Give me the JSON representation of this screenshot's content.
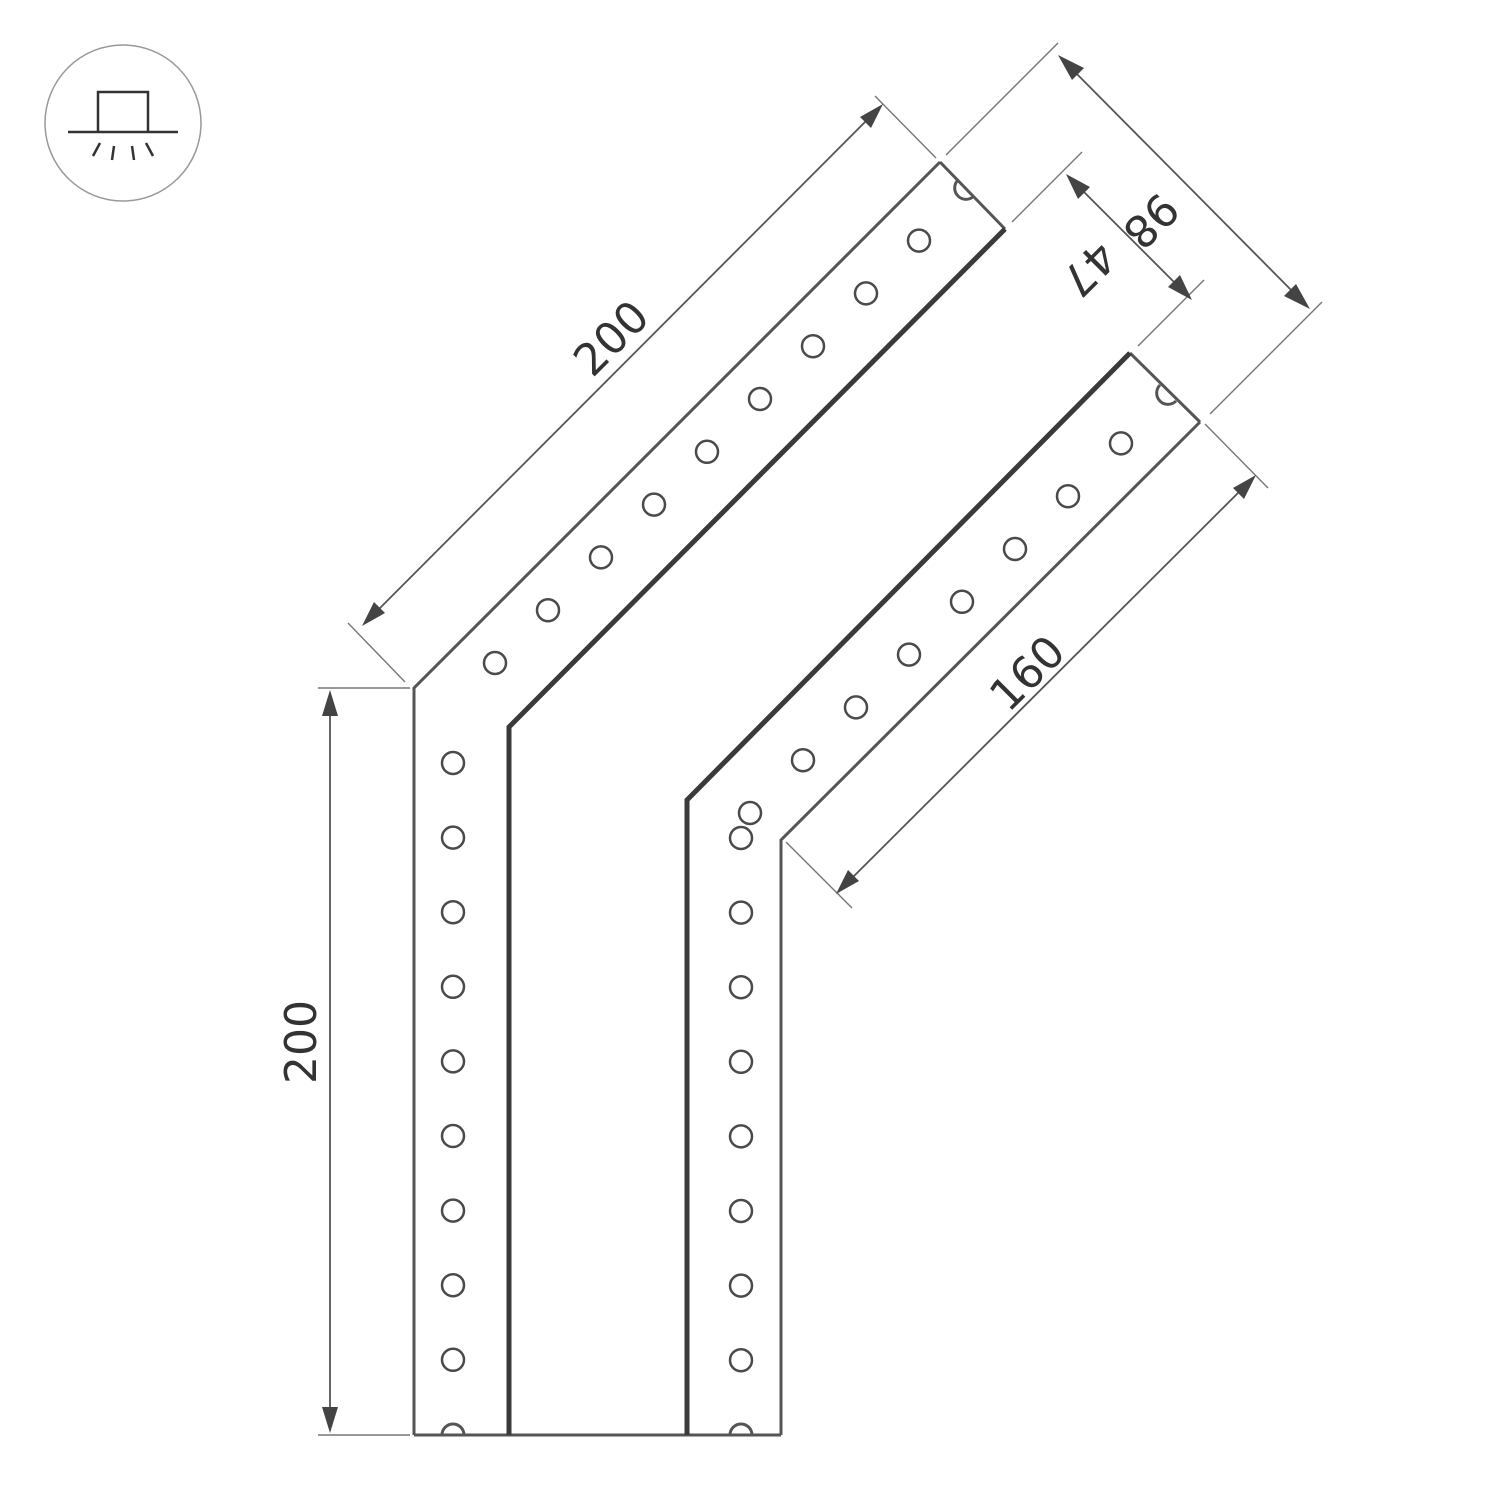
{
  "icon": {
    "name": "recessed-ceiling-light-icon"
  },
  "dimensions": {
    "vertical_length": "200",
    "angled_length": "200",
    "inner_angled_length": "160",
    "outer_width": "98",
    "inner_width": "47"
  },
  "colors": {
    "line": "#555555",
    "inner_line": "#3a3a3a",
    "icon_border": "#999999"
  }
}
